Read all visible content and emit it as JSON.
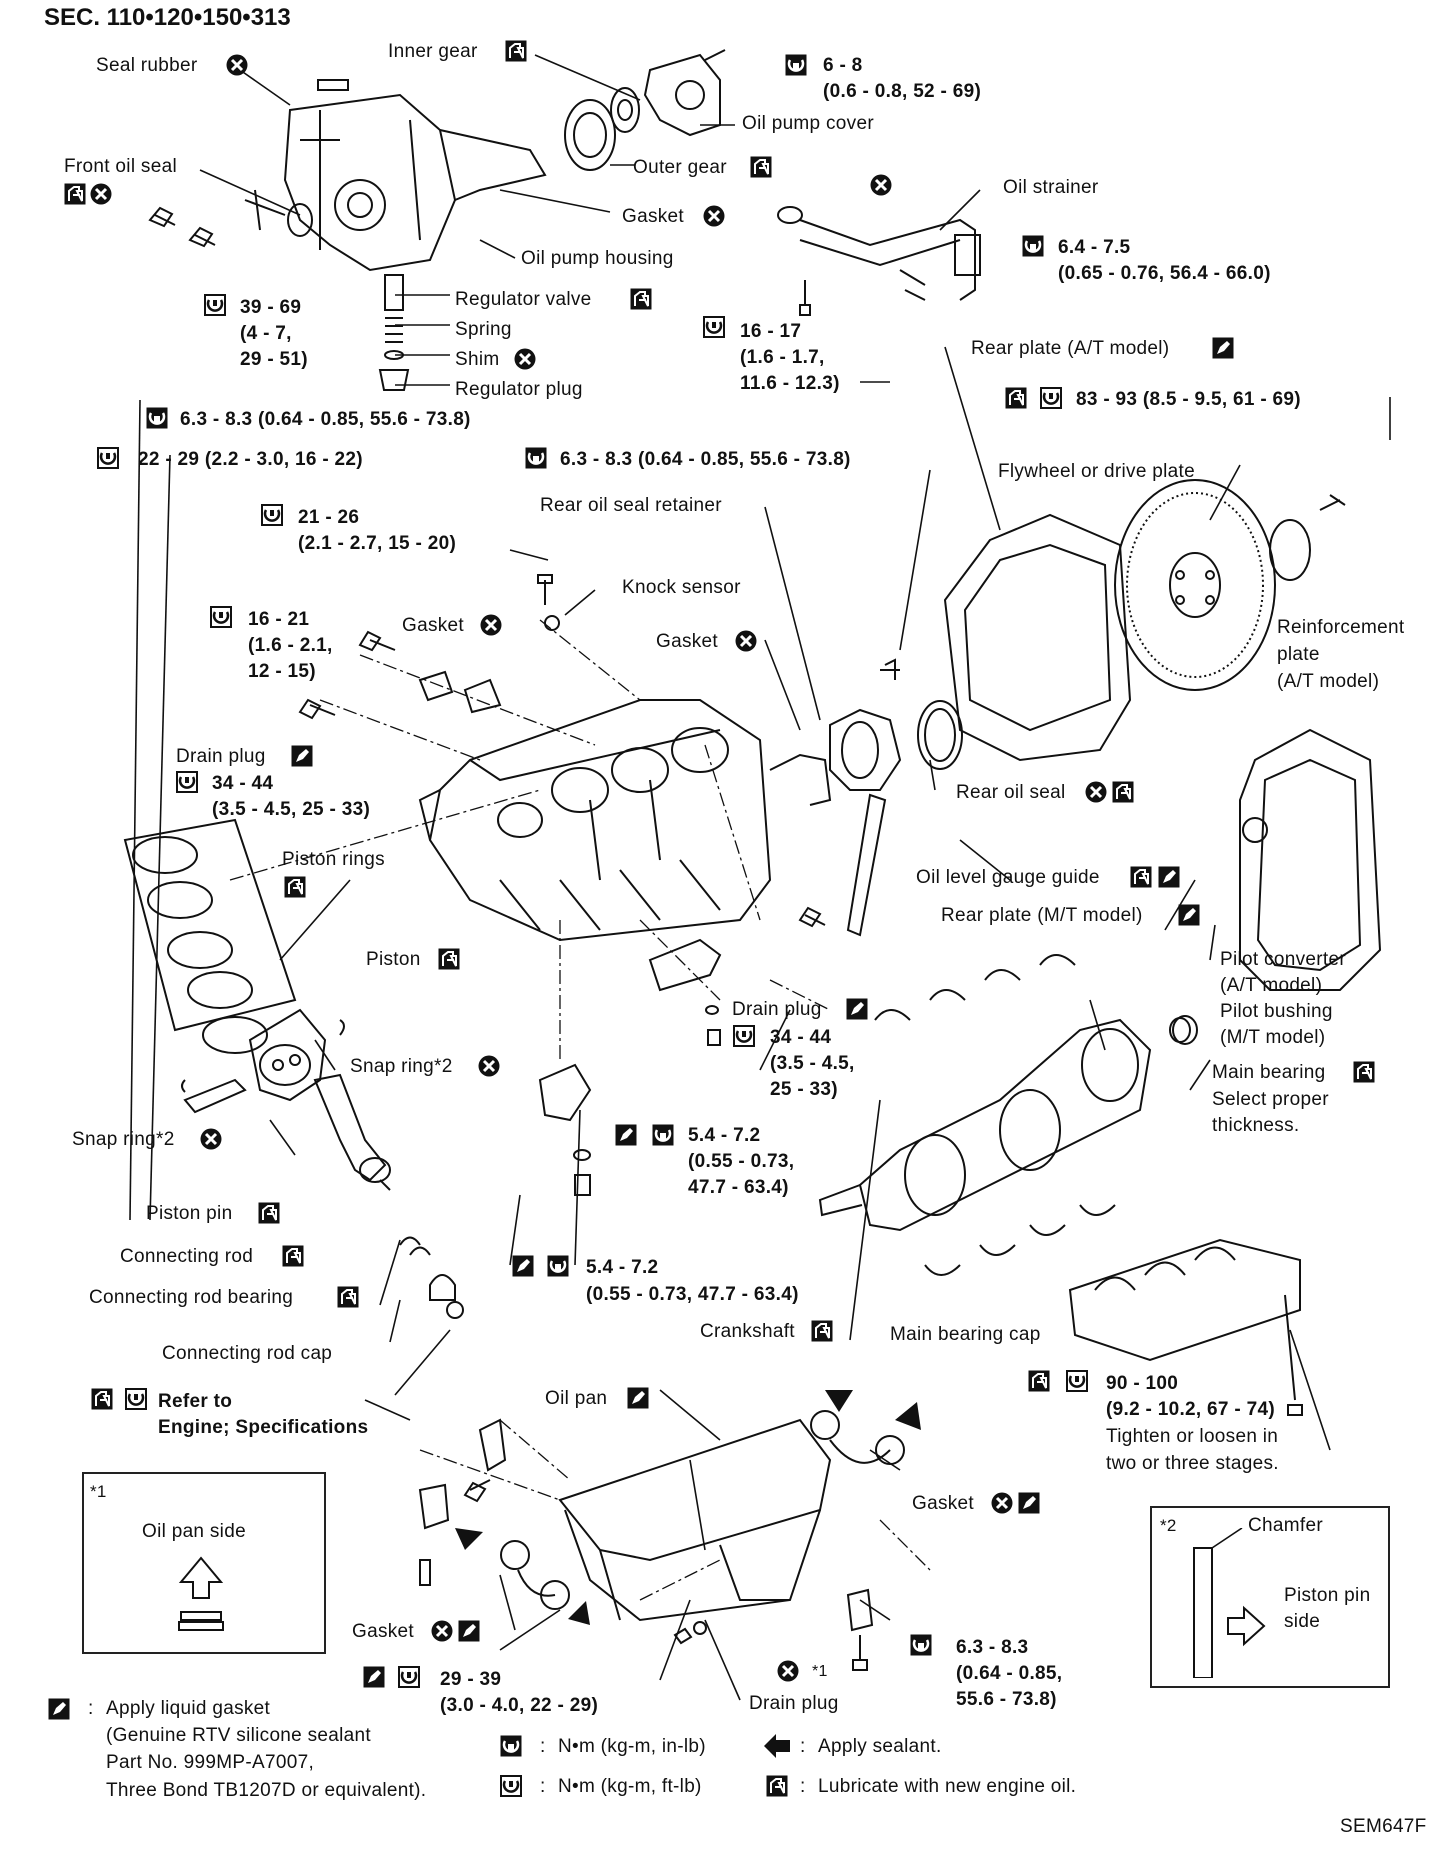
{
  "header": {
    "section": "SEC. 110•120•150•313"
  },
  "labels": {
    "seal_rubber": "Seal rubber",
    "inner_gear": "Inner gear",
    "oil_pump_cover": "Oil pump cover",
    "outer_gear": "Outer gear",
    "front_oil_seal": "Front oil seal",
    "gasket": "Gasket",
    "oil_pump_housing": "Oil pump housing",
    "oil_strainer": "Oil strainer",
    "regulator_valve": "Regulator valve",
    "spring": "Spring",
    "shim": "Shim",
    "regulator_plug": "Regulator plug",
    "rear_plate_at": "Rear plate (A/T model)",
    "rear_oil_seal_retainer": "Rear oil seal retainer",
    "flywheel": "Flywheel or drive plate",
    "knock_sensor": "Knock sensor",
    "reinforcement_plate": [
      "Reinforcement",
      "plate",
      "(A/T model)"
    ],
    "drain_plug": "Drain plug",
    "rear_oil_seal": "Rear oil seal",
    "piston_rings": "Piston rings",
    "oil_level_gauge_guide": "Oil level gauge guide",
    "rear_plate_mt": "Rear plate (M/T model)",
    "piston": "Piston",
    "pilot": [
      "Pilot converter",
      "(A/T model)",
      "Pilot bushing",
      "(M/T model)"
    ],
    "snap_ring": "Snap ring*2",
    "main_bearing": "Main bearing",
    "main_bearing_note": [
      "Select proper",
      "thickness."
    ],
    "piston_pin": "Piston pin",
    "connecting_rod": "Connecting rod",
    "connecting_rod_bearing": "Connecting rod bearing",
    "crankshaft": "Crankshaft",
    "main_bearing_cap": "Main bearing cap",
    "connecting_rod_cap": "Connecting rod cap",
    "refer_to": [
      "Refer to",
      "Engine; Specifications"
    ],
    "oil_pan": "Oil pan",
    "tighten_note": [
      "Tighten or loosen in",
      "two or three stages."
    ],
    "star1": "*1",
    "star2": "*2",
    "oil_pan_side": "Oil pan side",
    "chamfer": "Chamfer",
    "piston_pin_side": [
      "Piston pin",
      "side"
    ],
    "figure_id": "SEM647F"
  },
  "torques": {
    "t_pump_cover": [
      "6 - 8",
      "(0.6 - 0.8, 52 - 69)"
    ],
    "t_strainer": [
      "6.4 - 7.5",
      "(0.65 - 0.76, 56.4 - 66.0)"
    ],
    "t_reg_plug": [
      "39 - 69",
      "(4 - 7,",
      "29 - 51)"
    ],
    "t_16_17": [
      "16 - 17",
      "(1.6 - 1.7,",
      "11.6 - 12.3)"
    ],
    "t_flywheel": "83 - 93 (8.5 - 9.5, 61 - 69)",
    "t_front_63": "6.3 - 8.3 (0.64 - 0.85, 55.6 - 73.8)",
    "t_22_29": "22 - 29 (2.2 - 3.0, 16 - 22)",
    "t_retainer_63": "6.3 - 8.3 (0.64 - 0.85, 55.6 - 73.8)",
    "t_21_26": [
      "21 - 26",
      "(2.1 - 2.7, 15 - 20)"
    ],
    "t_16_21": [
      "16 - 21",
      "(1.6 - 2.1,",
      "12 - 15)"
    ],
    "t_drain_34_left": [
      "34 - 44",
      "(3.5 - 4.5, 25 - 33)"
    ],
    "t_drain_34_mid": [
      "34 - 44",
      "(3.5 - 4.5,",
      "25 - 33)"
    ],
    "t_54_a": [
      "5.4 - 7.2",
      "(0.55 - 0.73,",
      "47.7 - 63.4)"
    ],
    "t_54_b": [
      "5.4 - 7.2",
      "(0.55 - 0.73, 47.7 - 63.4)"
    ],
    "t_bearing_cap": [
      "90 - 100",
      "(9.2 - 10.2, 67 - 74)"
    ],
    "t_pan_29": [
      "29 - 39",
      "(3.0 - 4.0, 22 - 29)"
    ],
    "t_pan_63": [
      "6.3 - 8.3",
      "(0.64 - 0.85,",
      "55.6 - 73.8)"
    ]
  },
  "legend": {
    "liquid_gasket": [
      "Apply liquid gasket",
      "(Genuine RTV silicone sealant",
      "Part No. 999MP-A7007,",
      "Three Bond TB1207D or equivalent)."
    ],
    "nm_in_lb": "N•m (kg-m, in-lb)",
    "nm_ft_lb": "N•m (kg-m, ft-lb)",
    "apply_sealant": "Apply sealant.",
    "lubricate": "Lubricate with new engine oil.",
    "colon": ":"
  },
  "icons": {
    "replace": "x-circle-icon",
    "lubricate": "oil-can-icon",
    "torque_in_lb": "torque-wrench-in-lb-icon",
    "torque_ft_lb": "torque-wrench-ft-lb-icon",
    "liquid_gasket": "pen-icon",
    "sealant": "arrow-sealant-icon"
  }
}
